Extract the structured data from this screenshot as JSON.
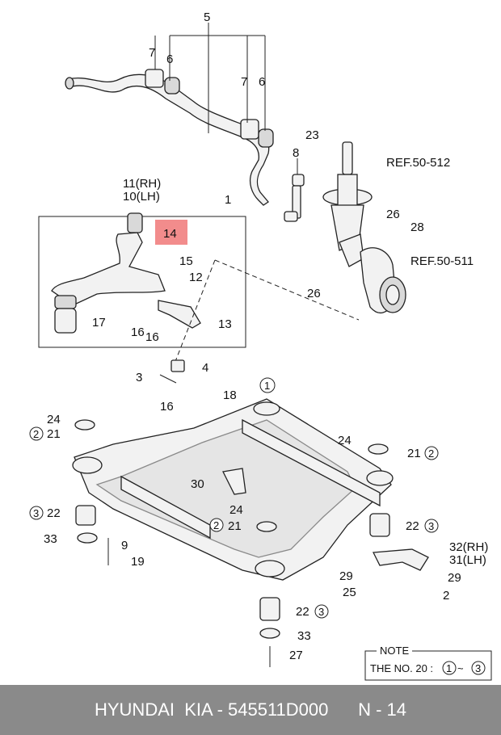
{
  "labels": {
    "p5": "5",
    "p7a": "7",
    "p6a": "6",
    "p7b": "7",
    "p6b": "6",
    "p23": "23",
    "p8": "8",
    "ref512": "REF.50-512",
    "p1": "1",
    "p11": "11(RH)",
    "p10": "10(LH)",
    "p26a": "26",
    "p28": "28",
    "ref511": "REF.50-511",
    "p14": "14",
    "p15": "15",
    "p12": "12",
    "p26b": "26",
    "p17": "17",
    "p16a": "16",
    "p16b": "16",
    "p13": "13",
    "p4": "4",
    "p3": "3",
    "p1c": "1",
    "p18": "18",
    "p16c": "16",
    "p24a": "24",
    "p21a": "21",
    "p2a": "2",
    "p30": "30",
    "p24b": "24",
    "p21b": "21",
    "p2b": "2",
    "p22a": "22",
    "p3a": "3",
    "p33a": "33",
    "p9": "9",
    "p19": "19",
    "p24c": "24",
    "p21c": "21",
    "p2c": "2",
    "p22b": "22",
    "p3b": "3",
    "p32": "32(RH)",
    "p31": "31(LH)",
    "p29a": "29",
    "p29b": "29",
    "p25": "25",
    "p2d": "2",
    "p22c": "22",
    "p3c": "3",
    "p33b": "33",
    "p27": "27"
  },
  "note": {
    "title": "NOTE",
    "prefix": "THE NO. 20 :",
    "from": "1",
    "tilde": "~",
    "to": "3"
  },
  "highlight_color": "#f28c8c",
  "footer": {
    "brand": "HYUNDAI  KIA - 545511D000",
    "page": "N - 14"
  }
}
